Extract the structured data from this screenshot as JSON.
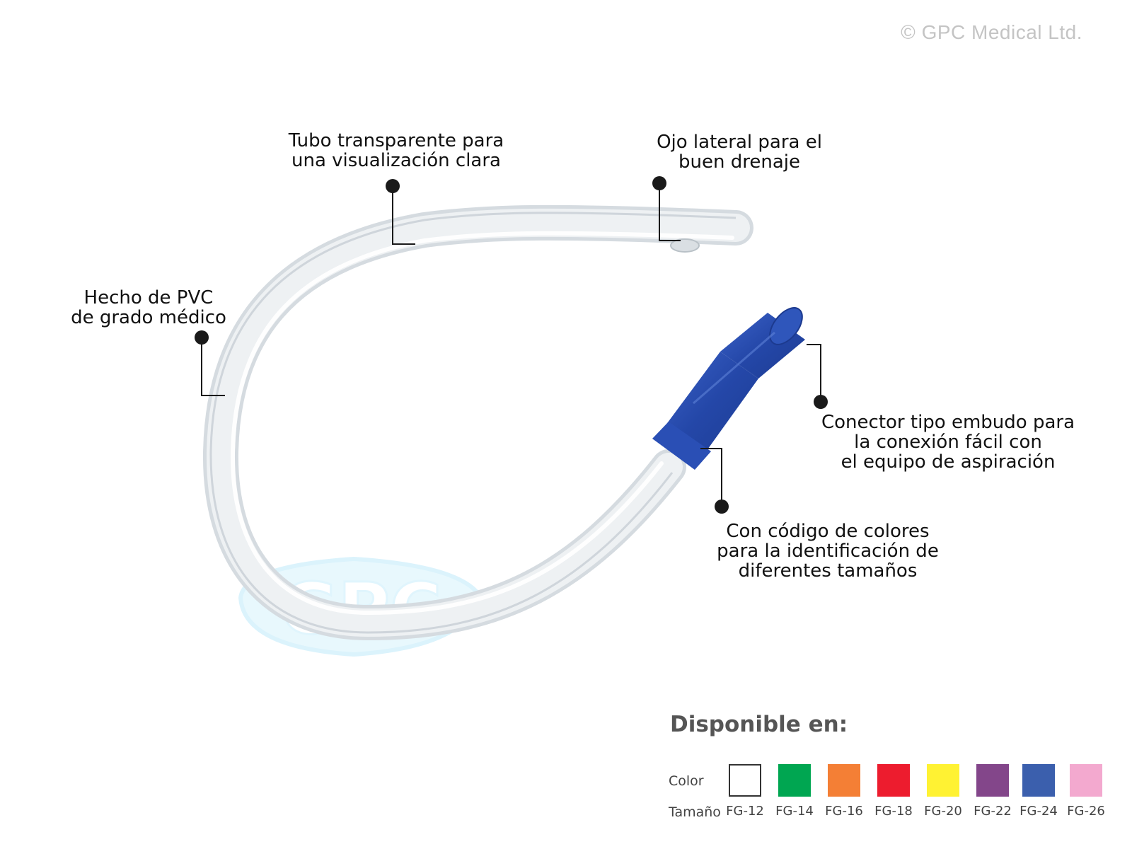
{
  "copyright": "© GPC Medical Ltd.",
  "watermark": {
    "text": "GPC",
    "icon": "gpc-logo-watermark"
  },
  "product_icon": "suction-catheter-image",
  "callouts": [
    {
      "id": "tube",
      "text": "Tubo transparente para\nuna visualización clara"
    },
    {
      "id": "eye",
      "text": "Ojo lateral para el\nbuen drenaje"
    },
    {
      "id": "pvc",
      "text": "Hecho de PVC\nde grado médico"
    },
    {
      "id": "connector",
      "text": "Conector tipo embudo para\nla conexión fácil con\nel equipo de aspiración"
    },
    {
      "id": "color-code",
      "text": "Con código de colores\npara la identificación de\ndiferentes tamaños"
    }
  ],
  "availability": {
    "title": "Disponible en:",
    "color_label": "Color",
    "size_label": "Tamaño",
    "sizes": [
      {
        "size": "FG-12",
        "color": "#ffffff"
      },
      {
        "size": "FG-14",
        "color": "#00a651"
      },
      {
        "size": "FG-16",
        "color": "#f47f35"
      },
      {
        "size": "FG-18",
        "color": "#ed1c2e"
      },
      {
        "size": "FG-20",
        "color": "#fff233"
      },
      {
        "size": "FG-22",
        "color": "#83468a"
      },
      {
        "size": "FG-24",
        "color": "#3b5fad"
      },
      {
        "size": "FG-26",
        "color": "#f3a9cf"
      }
    ]
  },
  "colors": {
    "connector_blue": "#2a4fb5",
    "tube": "#e9edf0"
  }
}
